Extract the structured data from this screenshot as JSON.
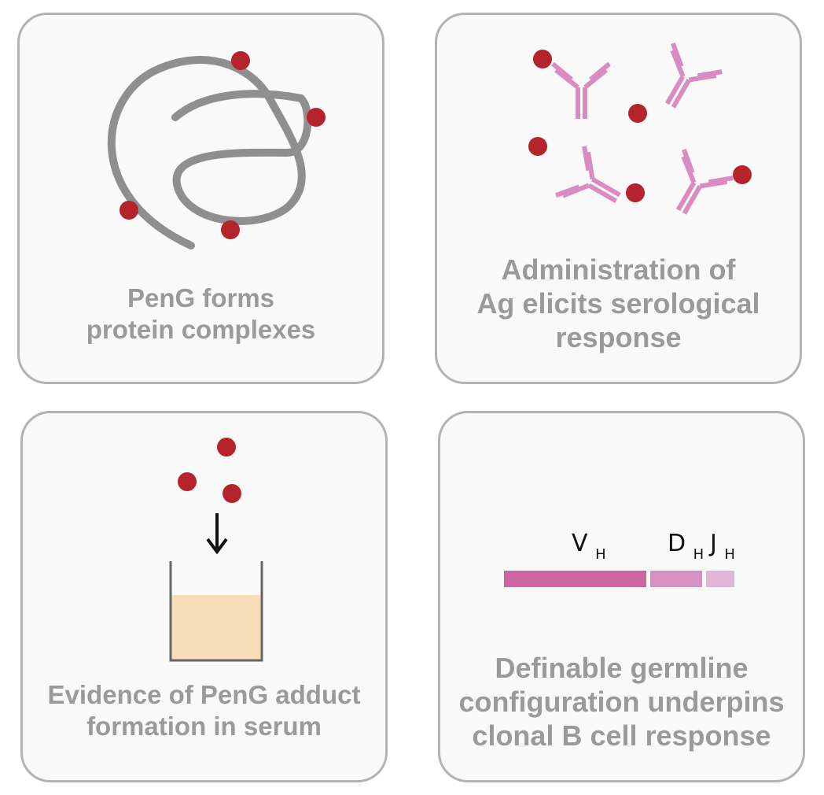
{
  "colors": {
    "panel_bg": "#f9f9f9",
    "panel_border": "#b3b3b3",
    "caption_text": "#9a9a9a",
    "hapten_dot": "#b5242c",
    "protein_strand": "#8f8f8f",
    "antibody": "#d98cc1",
    "serum_fill": "#f7ddb9",
    "vh_segment": "#cc66a3",
    "dh_segment": "#d690c2",
    "jh_segment": "#deb6d8",
    "arrow": "#111111"
  },
  "panels": {
    "top_left": {
      "caption": "PenG forms\nprotein complexes",
      "icons": [
        "protein-strand-icon",
        "hapten-dot-icon"
      ]
    },
    "top_right": {
      "caption": "Administration of\nAg elicits serological\nresponse",
      "icons": [
        "antibody-icon",
        "hapten-dot-icon"
      ]
    },
    "bottom_left": {
      "caption": "Evidence of PenG adduct\nformation in serum",
      "icons": [
        "hapten-dot-icon",
        "down-arrow-icon",
        "beaker-icon"
      ]
    },
    "bottom_right": {
      "caption": "Definable germline\nconfiguration underpins\nclonal B cell response",
      "gene_segments": [
        {
          "main": "V",
          "sub": "H"
        },
        {
          "main": "D",
          "sub": "H"
        },
        {
          "main": "J",
          "sub": "H"
        }
      ]
    }
  }
}
